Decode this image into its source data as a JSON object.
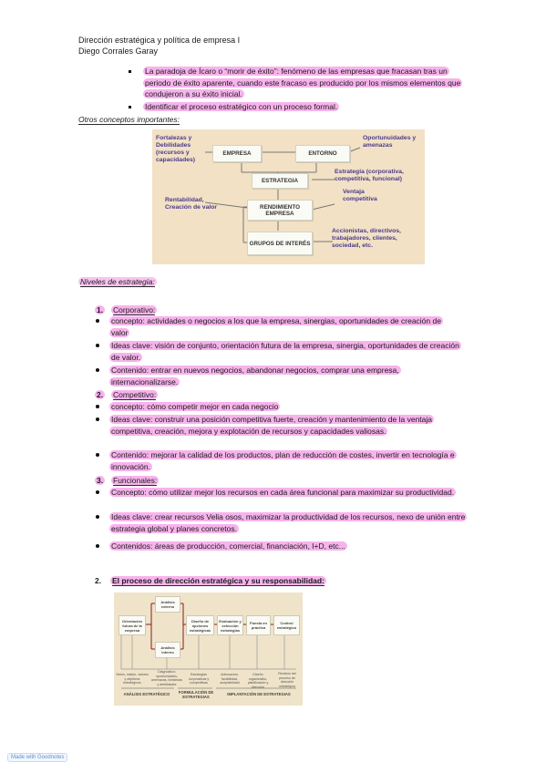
{
  "header": {
    "title": "Dirección estratégica y política de empresa I",
    "author": "Diego Corrales Garay"
  },
  "intro": {
    "item1": "La paradoja de Ícaro o “morir de éxito”: fenómeno de las empresas que fracasan tras un periodo de éxito aparente, cuando este fracaso es producido por los mismos elementos que condujeron a su éxito inicial.",
    "item2": "Identificar el proceso estratégico con un proceso formal.",
    "otros": "Otros conceptos importantes:"
  },
  "diagram1": {
    "empresa": "EMPRESA",
    "entorno": "ENTORNO",
    "estrategia": "ESTRATEGIA",
    "rendimiento": "RENDIMIENTO EMPRESA",
    "grupos": "GRUPOS DE INTERÉS",
    "fortalezas": "Fortalezas y Debilidades (recursos y capacidades)",
    "oportunidades": "Oportunuidades y amenazas",
    "estrategia_tipo": "Estrategia (corporativa, competitiva, funcional)",
    "ventaja": "Ventaja competitiva",
    "rentabilidad": "Rentabilidad, Creación de valor",
    "accionistas": "Accionistas, directivos, trabajadores, clientes, sociedad, etc."
  },
  "niveles": {
    "title": "Niveles de estrategia:",
    "corporativo": {
      "heading": "Corporativo:",
      "concepto": "concepto: actividades o negocios a los que la empresa, sinergias, oportunidades de creación de valor",
      "ideas": "Ideas clave: visión de conjunto, orientación futura de la empresa, sinergia, oportunidades de creación de valor.",
      "contenido": "Contenido: entrar en nuevos negocios, abandonar negocios, comprar una empresa, internacionalizarse."
    },
    "competitivo": {
      "heading": "Competitivo:",
      "concepto": "concepto: cómo competir mejor en cada negocio",
      "ideas": "Ideas clave: construir una posición competitiva fuerte, creación y mantenimiento de la ventaja competitiva, creación, mejora y explotación de recursos y capacidades valiosas.",
      "contenido": "Contenido: mejorar la calidad de los productos, plan de reducción de costes, invertir en tecnología e innovación."
    },
    "funcionales": {
      "heading": "Funcionales:",
      "concepto": "Concepto: cómo utilizar mejor los recursos en cada área funcional para maximizar su productividad.",
      "ideas": "Ideas clave: crear recursos Velia osos, maximizar la productividad de los recursos, nexo de unión entre estrategia global y planes concretos.",
      "contenido": "Contenidos: áreas de producción, comercial, financiación, I+D, etc..."
    }
  },
  "section2": {
    "number": "2.",
    "title": "El proceso de dirección estratégica y su responsabilidad:"
  },
  "diagram2": {
    "orientacion": "Orientación futura de la empresa",
    "analisis_ext": "Análisis externo",
    "analisis_int": "Análisis interno",
    "diseno": "Diseño de opciones estratégicas",
    "evaluacion": "Evaluación y selección estrategias",
    "puesta": "Puesta en práctica",
    "control": "Control estratégico",
    "b1": "Visión, misión, valores y objetivos estratégicos",
    "b2": "Diagnóstico: oportunidades, amenazas, fortalezas y debilidades",
    "b3": "Estrategias corporativas y competitivas",
    "b4": "Adecuación, factibilidad, aceptabilidad",
    "b5": "Diseño organizativo, planificación y dirección",
    "b6": "Revisión del proceso de dirección estratégica",
    "phase1": "ANÁLISIS ESTRATÉGICO",
    "phase2": "FORMULACIÓN DE ESTRATEGIAS",
    "phase3": "IMPLANTACIÓN DE ESTRATEGIAS"
  },
  "footer": {
    "logo": "Made with Goodnotes"
  }
}
